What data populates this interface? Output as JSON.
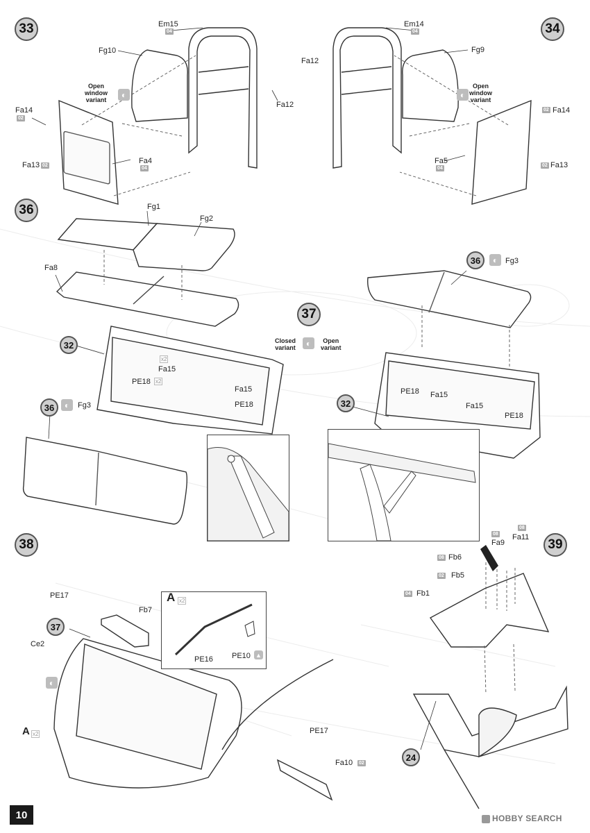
{
  "page": {
    "number": "10"
  },
  "watermark": {
    "text": "HOBBY SEARCH"
  },
  "steps": [
    {
      "n": "33"
    },
    {
      "n": "34"
    },
    {
      "n": "36"
    },
    {
      "n": "37"
    },
    {
      "n": "38"
    },
    {
      "n": "39"
    }
  ],
  "refs": [
    {
      "n": "36"
    },
    {
      "n": "32"
    },
    {
      "n": "36"
    },
    {
      "n": "32"
    },
    {
      "n": "37"
    },
    {
      "n": "24"
    }
  ],
  "notes": {
    "open_window_variant": "Open\nwindow\nvariant",
    "closed_variant": "Closed\nvariant",
    "open_variant": "Open\nvariant"
  },
  "labels": {
    "em15": "Em15",
    "em15_tag": "04",
    "fg10": "Fg10",
    "fa12_left": "Fa12",
    "fa14_left": "Fa14",
    "fa14_left_tag": "02",
    "fa13_left": "Fa13",
    "fa13_left_tag": "02",
    "fa4": "Fa4",
    "fa4_tag": "04",
    "em14": "Em14",
    "em14_tag": "04",
    "fa12_right": "Fa12",
    "fg9": "Fg9",
    "fa14_right": "Fa14",
    "fa14_right_tag": "02",
    "fa13_right": "Fa13",
    "fa13_right_tag": "02",
    "fa5": "Fa5",
    "fa5_tag": "04",
    "fg1": "Fg1",
    "fg2": "Fg2",
    "fa8": "Fa8",
    "fa15_a": "Fa15",
    "pe18_a": "PE18",
    "fa15_b": "Fa15",
    "pe18_b": "PE18",
    "fg3_a": "Fg3",
    "fg3_b": "Fg3",
    "pe18_c": "PE18",
    "fa15_c": "Fa15",
    "fa15_d": "Fa15",
    "pe18_d": "PE18",
    "pe17_a": "PE17",
    "fb7": "Fb7",
    "ce2": "Ce2",
    "a_detail": "A",
    "a_ref": "A",
    "pe16": "PE16",
    "pe10": "PE10",
    "pe17_b": "PE17",
    "fa10": "Fa10",
    "fa10_tag": "02",
    "fb6": "Fb6",
    "fb6_tag": "08",
    "fa9": "Fa9",
    "fa9_tag": "08",
    "fa11": "Fa11",
    "fa11_tag": "08",
    "fb5": "Fb5",
    "fb5_tag": "02",
    "fb1": "Fb1",
    "fb1_tag": "04"
  },
  "x2": "x2"
}
